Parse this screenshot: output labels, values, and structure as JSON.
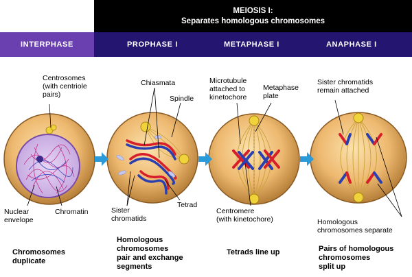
{
  "header": {
    "title": "MEIOSIS I:",
    "subtitle": "Separates homologous chromosomes"
  },
  "phases": [
    {
      "label": "INTERPHASE"
    },
    {
      "label": "PROPHASE I"
    },
    {
      "label": "METAPHASE I"
    },
    {
      "label": "ANAPHASE I"
    }
  ],
  "labels": {
    "centrosomes": [
      "Centrosomes",
      "(with centriole",
      "pairs)"
    ],
    "nuclear_envelope": [
      "Nuclear",
      "envelope"
    ],
    "chromatin": "Chromatin",
    "chiasmata": "Chiasmata",
    "spindle": "Spindle",
    "sister_chromatids_prophase": [
      "Sister",
      "chromatids"
    ],
    "tetrad": "Tetrad",
    "microtubule": [
      "Microtubule",
      "attached to",
      "kinetochore"
    ],
    "metaphase_plate": [
      "Metaphase",
      "plate"
    ],
    "centromere": [
      "Centromere",
      "(with kinetochore)"
    ],
    "sister_remain": [
      "Sister chromatids",
      "remain attached"
    ],
    "homologous_separate": [
      "Homologous",
      "chromosomes separate"
    ]
  },
  "captions": {
    "interphase": [
      "Chromosomes",
      "duplicate"
    ],
    "prophase": [
      "Homologous",
      "chromosomes",
      "pair and exchange",
      "segments"
    ],
    "metaphase": "Tetrads line up",
    "anaphase": [
      "Pairs of homologous",
      "chromosomes",
      "split up"
    ]
  },
  "colors": {
    "cell_outer": "#b7803a",
    "cell_inner": "#f3c98a",
    "chromosome_red": "#d81e2a",
    "chromosome_blue": "#2a3fb0",
    "arrow": "#2a9bd8",
    "header_purple": "#6a3fb0",
    "header_navy": "#241570"
  }
}
